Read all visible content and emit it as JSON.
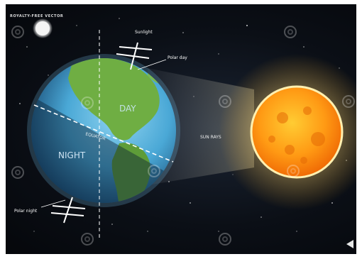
{
  "title": "ROYALTY-FREE VECTOR",
  "labels": {
    "day": "DAY",
    "night": "NIGHT",
    "equator": "EQUATOR",
    "sun_rays": "SUN RAYS",
    "polar_day": "Polar day",
    "polar_night": "Polar night",
    "sunlight": "Sunlight"
  },
  "colors": {
    "space": "#0b0f16",
    "ocean": "#4aa8d6",
    "land": "#6fae43",
    "sun": "#ff9a14",
    "sun_glow": "#fff3b0"
  },
  "icons": {
    "watermark": "spiral-watermark-icon",
    "moon": "moon-icon",
    "arrow": "arrow-left-icon"
  }
}
